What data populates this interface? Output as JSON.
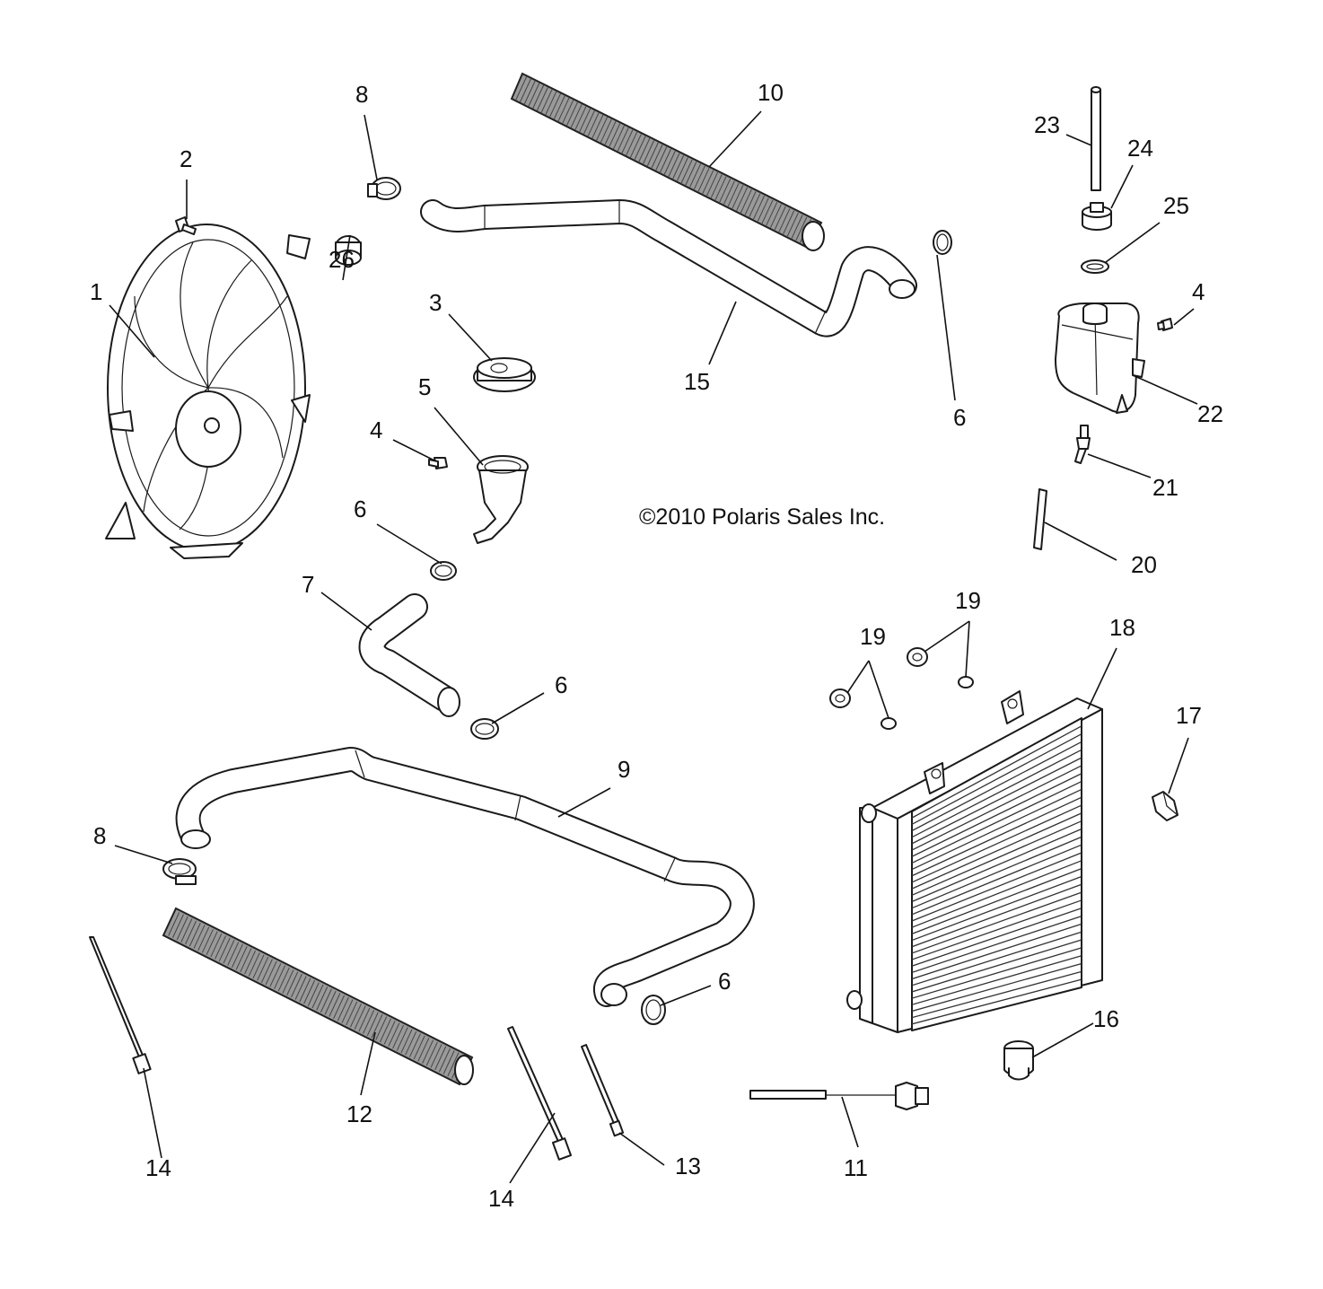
{
  "copyright": "©2010 Polaris Sales Inc.",
  "callouts": [
    {
      "id": "c1",
      "text": "1"
    },
    {
      "id": "c2",
      "text": "2"
    },
    {
      "id": "c26",
      "text": "26"
    },
    {
      "id": "c8a",
      "text": "8"
    },
    {
      "id": "c10",
      "text": "10"
    },
    {
      "id": "c3",
      "text": "3"
    },
    {
      "id": "c5",
      "text": "5"
    },
    {
      "id": "c4a",
      "text": "4"
    },
    {
      "id": "c15",
      "text": "15"
    },
    {
      "id": "c6a",
      "text": "6"
    },
    {
      "id": "c6b",
      "text": "6"
    },
    {
      "id": "c7",
      "text": "7"
    },
    {
      "id": "c6c",
      "text": "6"
    },
    {
      "id": "c23",
      "text": "23"
    },
    {
      "id": "c24",
      "text": "24"
    },
    {
      "id": "c25",
      "text": "25"
    },
    {
      "id": "c4b",
      "text": "4"
    },
    {
      "id": "c22",
      "text": "22"
    },
    {
      "id": "c21",
      "text": "21"
    },
    {
      "id": "c20",
      "text": "20"
    },
    {
      "id": "c19a",
      "text": "19"
    },
    {
      "id": "c19b",
      "text": "19"
    },
    {
      "id": "c18",
      "text": "18"
    },
    {
      "id": "c17",
      "text": "17"
    },
    {
      "id": "c9",
      "text": "9"
    },
    {
      "id": "c8b",
      "text": "8"
    },
    {
      "id": "c12",
      "text": "12"
    },
    {
      "id": "c14a",
      "text": "14"
    },
    {
      "id": "c14b",
      "text": "14"
    },
    {
      "id": "c13",
      "text": "13"
    },
    {
      "id": "c11",
      "text": "11"
    },
    {
      "id": "c6d",
      "text": "6"
    },
    {
      "id": "c16",
      "text": "16"
    }
  ]
}
